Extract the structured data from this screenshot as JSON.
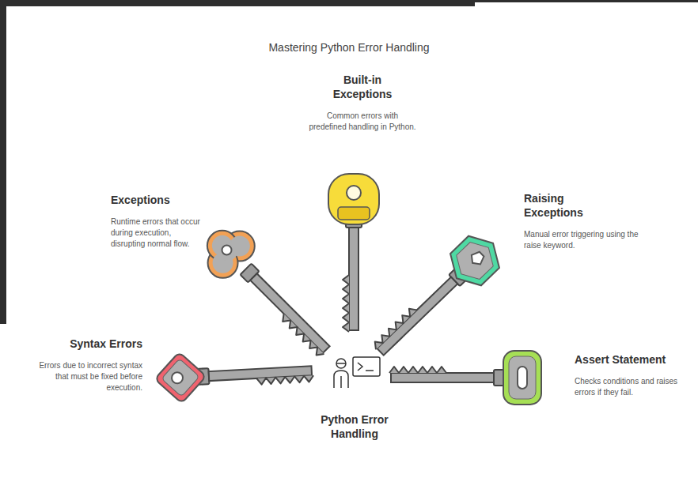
{
  "diagram": {
    "title": "Mastering Python Error Handling",
    "nodes": [
      {
        "text": [
          "Syntax Errors",
          "Errors due to incorrect syntax that must be fixed before execution."
        ]
      },
      {
        "text": [
          "Exceptions",
          "Runtime errors that occur during execution, disrupting normal flow."
        ]
      },
      {
        "text": [
          "Built-in Exceptions",
          "Common errors with predefined handling in Python."
        ]
      },
      {
        "text": [
          "Raising Exceptions",
          "Manual error triggering using the raise keyword."
        ]
      },
      {
        "text": [
          "Assert Statement",
          "Checks conditions and raises errors if they fail."
        ]
      },
      {
        "text": [
          "Python Error Handling"
        ]
      }
    ],
    "edges": []
  }
}
